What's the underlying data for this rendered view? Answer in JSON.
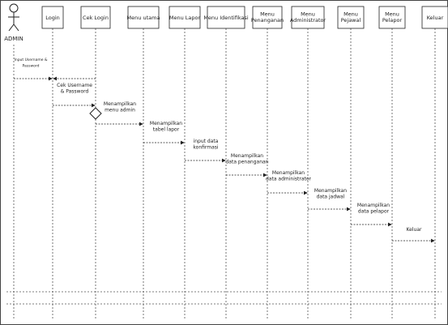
{
  "actor": {
    "label": "ADMIN"
  },
  "lifelines": [
    {
      "id": "login",
      "label": [
        "Login"
      ]
    },
    {
      "id": "cek_login",
      "label": [
        "Cek Login"
      ]
    },
    {
      "id": "menu_utama",
      "label": [
        "Menu utama"
      ]
    },
    {
      "id": "menu_lapor",
      "label": [
        "Menu Lapor"
      ]
    },
    {
      "id": "menu_identifikasi",
      "label": [
        "Menu Identifikasi"
      ]
    },
    {
      "id": "menu_penanganan",
      "label": [
        "Menu",
        "Penanganan"
      ]
    },
    {
      "id": "menu_administrator",
      "label": [
        "Menu",
        "Administrator"
      ]
    },
    {
      "id": "menu_pejawal",
      "label": [
        "Menu",
        "Pejawal"
      ]
    },
    {
      "id": "menu_pelapor",
      "label": [
        "Menu",
        "Pelapor"
      ]
    },
    {
      "id": "keluar",
      "label": [
        "Keluar"
      ]
    }
  ],
  "messages": [
    {
      "id": "msg-input-username",
      "label": [
        "Input Username &",
        "Password"
      ]
    },
    {
      "id": "msg-cek-username",
      "label": [
        "Cek Username",
        "& Password"
      ]
    },
    {
      "id": "msg-menampilkan-menu-admin",
      "label": [
        "Menampilkan",
        "menu admin"
      ]
    },
    {
      "id": "msg-menampilkan-tabel-lapor",
      "label": [
        "Menampilkan",
        "tabel lapor"
      ]
    },
    {
      "id": "msg-input-data-konfirmasi",
      "label": [
        "input data",
        "konfirmasi"
      ]
    },
    {
      "id": "msg-menampilkan-data-penanganan",
      "label": [
        "Menampilkan",
        "data penanganan"
      ]
    },
    {
      "id": "msg-menampilkan-data-administrator",
      "label": [
        "Menampilkan",
        "data administrator"
      ]
    },
    {
      "id": "msg-menampilkan-data-jadwal",
      "label": [
        "Menampilkan",
        "data jadwal"
      ]
    },
    {
      "id": "msg-menampilkan-data-pelapor",
      "label": [
        "Menampilkan",
        "data pelapor"
      ]
    },
    {
      "id": "msg-keluar",
      "label": [
        "Keluar"
      ]
    }
  ]
}
